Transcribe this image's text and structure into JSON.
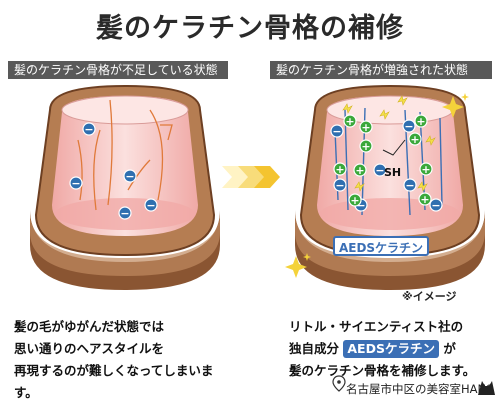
{
  "title": "髪のケラチン骨格の補修",
  "left_panel": {
    "header": "髪のケラチン骨格が不足している状態",
    "caption_lines": [
      "髪の毛がゆがんだ状態では",
      "思い通りのヘアスタイルを",
      "再現するのが難しくなってしまいます。"
    ]
  },
  "right_panel": {
    "header": "髪のケラチン骨格が増強された状態",
    "sh_label": "SH",
    "aeds_label": "AEDSケラチン",
    "note": "※イメージ",
    "caption_line1": "リトル・サイエンティスト社の",
    "caption_line2_prefix": "独自成分",
    "caption_line2_badge": "AEDSケラチン",
    "caption_line2_suffix": "が",
    "caption_line3": "髪のケラチン骨格を補修します。"
  },
  "symbols": {
    "minus": "−",
    "plus": "+"
  },
  "colors": {
    "header_bg": "#595959",
    "minus_ion": "#2f6fb0",
    "plus_ion": "#3aa83a",
    "fiber_orange": "#e07a3a",
    "fiber_blue": "#3b6fb5",
    "arrow_yellow": "#f4c430",
    "hair_brown": "#a0683f",
    "inner_pink": "#f4c2c0"
  },
  "footer": "名古屋市中区の美容室HANS"
}
